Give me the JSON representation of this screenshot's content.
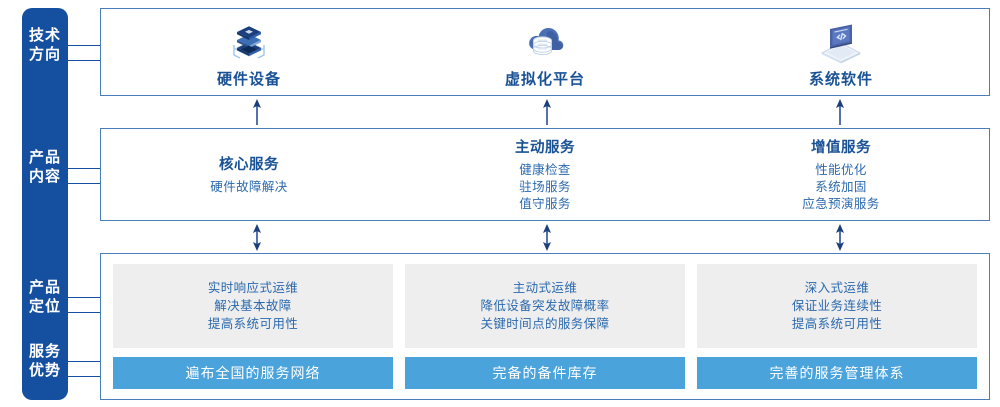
{
  "rail": {
    "items": [
      {
        "name": "technology-direction",
        "lines": [
          "技术",
          "方向"
        ]
      },
      {
        "name": "product-content",
        "lines": [
          "产品",
          "内容"
        ]
      },
      {
        "name": "product-positioning",
        "lines": [
          "产品",
          "定位"
        ]
      },
      {
        "name": "service-advantage",
        "lines": [
          "服务",
          "优势"
        ]
      }
    ],
    "color": "#14509f"
  },
  "technology": {
    "columns": [
      {
        "label": "硬件设备",
        "icon": "server-stack-icon"
      },
      {
        "label": "虚拟化平台",
        "icon": "cloud-database-icon"
      },
      {
        "label": "系统软件",
        "icon": "laptop-code-icon"
      }
    ]
  },
  "product_content": {
    "columns": [
      {
        "title": "核心服务",
        "items": [
          "硬件故障解决"
        ]
      },
      {
        "title": "主动服务",
        "items": [
          "健康检查",
          "驻场服务",
          "值守服务"
        ]
      },
      {
        "title": "增值服务",
        "items": [
          "性能优化",
          "系统加固",
          "应急预演服务"
        ]
      }
    ]
  },
  "positioning": {
    "columns": [
      {
        "lines": [
          "实时响应式运维",
          "解决基本故障",
          "提高系统可用性"
        ],
        "advantage": "遍布全国的服务网络"
      },
      {
        "lines": [
          "主动式运维",
          "降低设备突发故障概率",
          "关键时间点的服务保障"
        ],
        "advantage": "完备的备件库存"
      },
      {
        "lines": [
          "深入式运维",
          "保证业务连续性",
          "提高系统可用性"
        ],
        "advantage": "完善的服务管理体系"
      }
    ]
  },
  "colors": {
    "rail_blue": "#14509f",
    "panel_border": "#4a7ebb",
    "title_blue": "#1a5296",
    "text_blue": "#2b69ae",
    "bar_blue": "#4ba3dc",
    "card_grey": "#eeeeee"
  }
}
